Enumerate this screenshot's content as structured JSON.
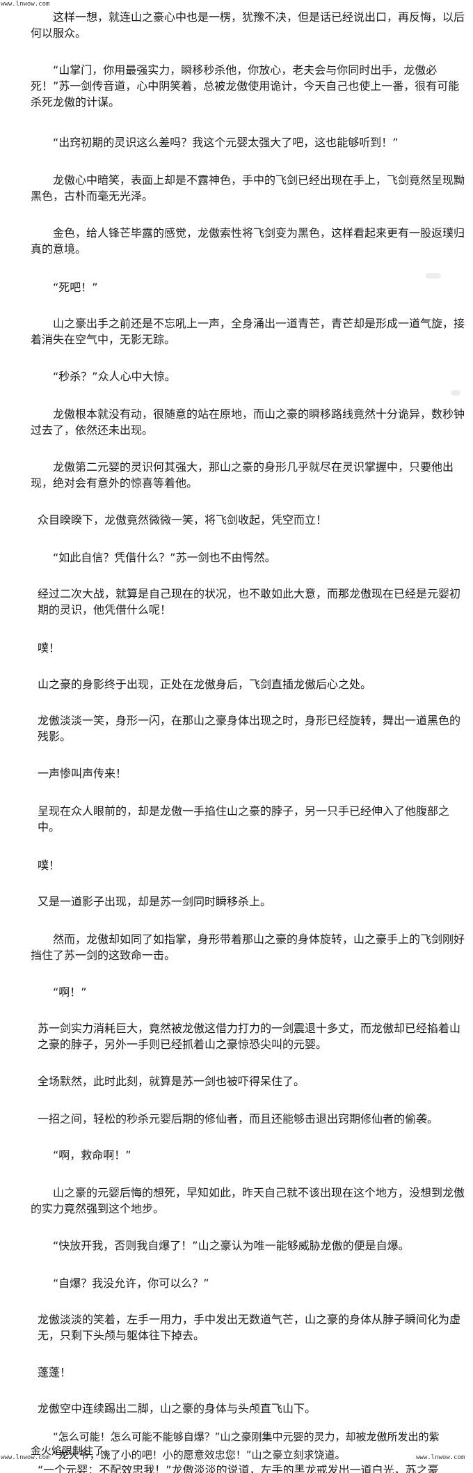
{
  "watermarks": {
    "top": "www.lnwow.com",
    "bottom_left": "www.lnwow.com",
    "bottom_right": "www.lnwow.com"
  },
  "paragraphs": [
    "这样一想，就连山之豪心中也是一楞，犹豫不决，但是话已经说出口，再反悔，以后何以服众。",
    "“山掌门，你用最强实力，瞬移秒杀他，你放心，老夫会与你同时出手，龙傲必死！”苏一剑传音道，心中阴笑着，总被龙傲使用诡计，今天自己也使上一番，很有可能杀死龙傲的计谋。",
    "“出窍初期的灵识这么差吗？我这个元婴太强大了吧，这也能够听到！”",
    "龙傲心中暗笑，表面上却是不露神色，手中的飞剑已经出现在手上，飞剑竟然呈现黝黑色，古朴而毫无光泽。",
    "金色，给人锋芒毕露的感觉，龙傲索性将飞剑变为黑色，这样看起来更有一股返璞归真的意境。",
    "“死吧！”",
    "山之豪出手之前还是不忘吼上一声，全身涌出一道青芒，青芒却是形成一道气旋，接着消失在空气中，无影无踪。",
    "“秒杀？”众人心中大惊。",
    "龙傲根本就没有动，很随意的站在原地，而山之豪的瞬移路线竟然十分诡异，数秒钟过去了，依然还未出现。",
    "龙傲第二元婴的灵识何其强大，那山之豪的身形几乎就尽在灵识掌握中，只要他出现，绝对会有意外的惊喜等着他。",
    "众目睽睽下，龙傲竟然微微一笑，将飞剑收起，凭空而立！",
    "“如此自信？凭借什么？”苏一剑也不由愕然。",
    "经过二次大战，就算是自己现在的状况，也不敢如此大意，而那龙傲现在已经是元婴初期的灵识，他凭借什么呢！",
    "噗！",
    "山之豪的身影终于出现，正处在龙傲身后，飞剑直插龙傲后心之处。",
    "龙傲淡淡一笑，身形一闪，在那山之豪身体出现之时，身形已经旋转，舞出一道黑色的残影。",
    "一声惨叫声传来！",
    "呈现在众人眼前的，却是龙傲一手掐住山之豪的脖子，另一只手已经伸入了他腹部之中。",
    "噗！",
    "又是一道影子出现，却是苏一剑同时瞬移杀上。",
    "然而，龙傲却如同了如指掌，身形带着那山之豪的身体旋转，山之豪手上的飞剑刚好挡住了苏一剑的这致命一击。",
    "“啊！”",
    "苏一剑实力消耗巨大，竟然被龙傲这借力打力的一剑震退十多丈，而龙傲却已经掐着山之豪的脖子，另外一手则已经抓着山之豪惊恐尖叫的元婴。",
    "全场默然，此时此刻，就算是苏一剑也被吓得呆住了。",
    "一招之间，轻松的秒杀元婴后期的修仙者，而且还能够击退出窍期修仙者的偷袭。",
    "“啊，救命啊！”",
    "山之豪的元婴后悔的想死，早知如此，昨天自己就不该出现在这个地方，没想到龙傲的实力竟然强到这个地步。",
    "“快放开我，否则我自爆了！”山之豪认为唯一能够威胁龙傲的便是自爆。",
    "“自爆？我没允许，你可以么？”",
    "龙傲淡淡的笑着，左手一用力，手中发出无数道气芒，山之豪的身体从脖子瞬间化为虚无，只剩下头颅与躯体往下掉去。",
    "蓬蓬！",
    "龙傲空中连续踢出二脚，山之豪的身体与头颅直飞山下。",
    "“怎么可能！怎么可能不能够自爆？”山之豪刚集中元婴的灵力，却被龙傲所发出的紫金火焰限制住了。",
    "“龙大爷，饶了小的吧！小的愿意效忠您！”山之豪立刻求饶道。"
  ],
  "cutoff_line": "“一个元婴：不配效忠我！”龙傲淡淡的说道，左手的黑龙戒发出一道白光，苏之豪"
}
